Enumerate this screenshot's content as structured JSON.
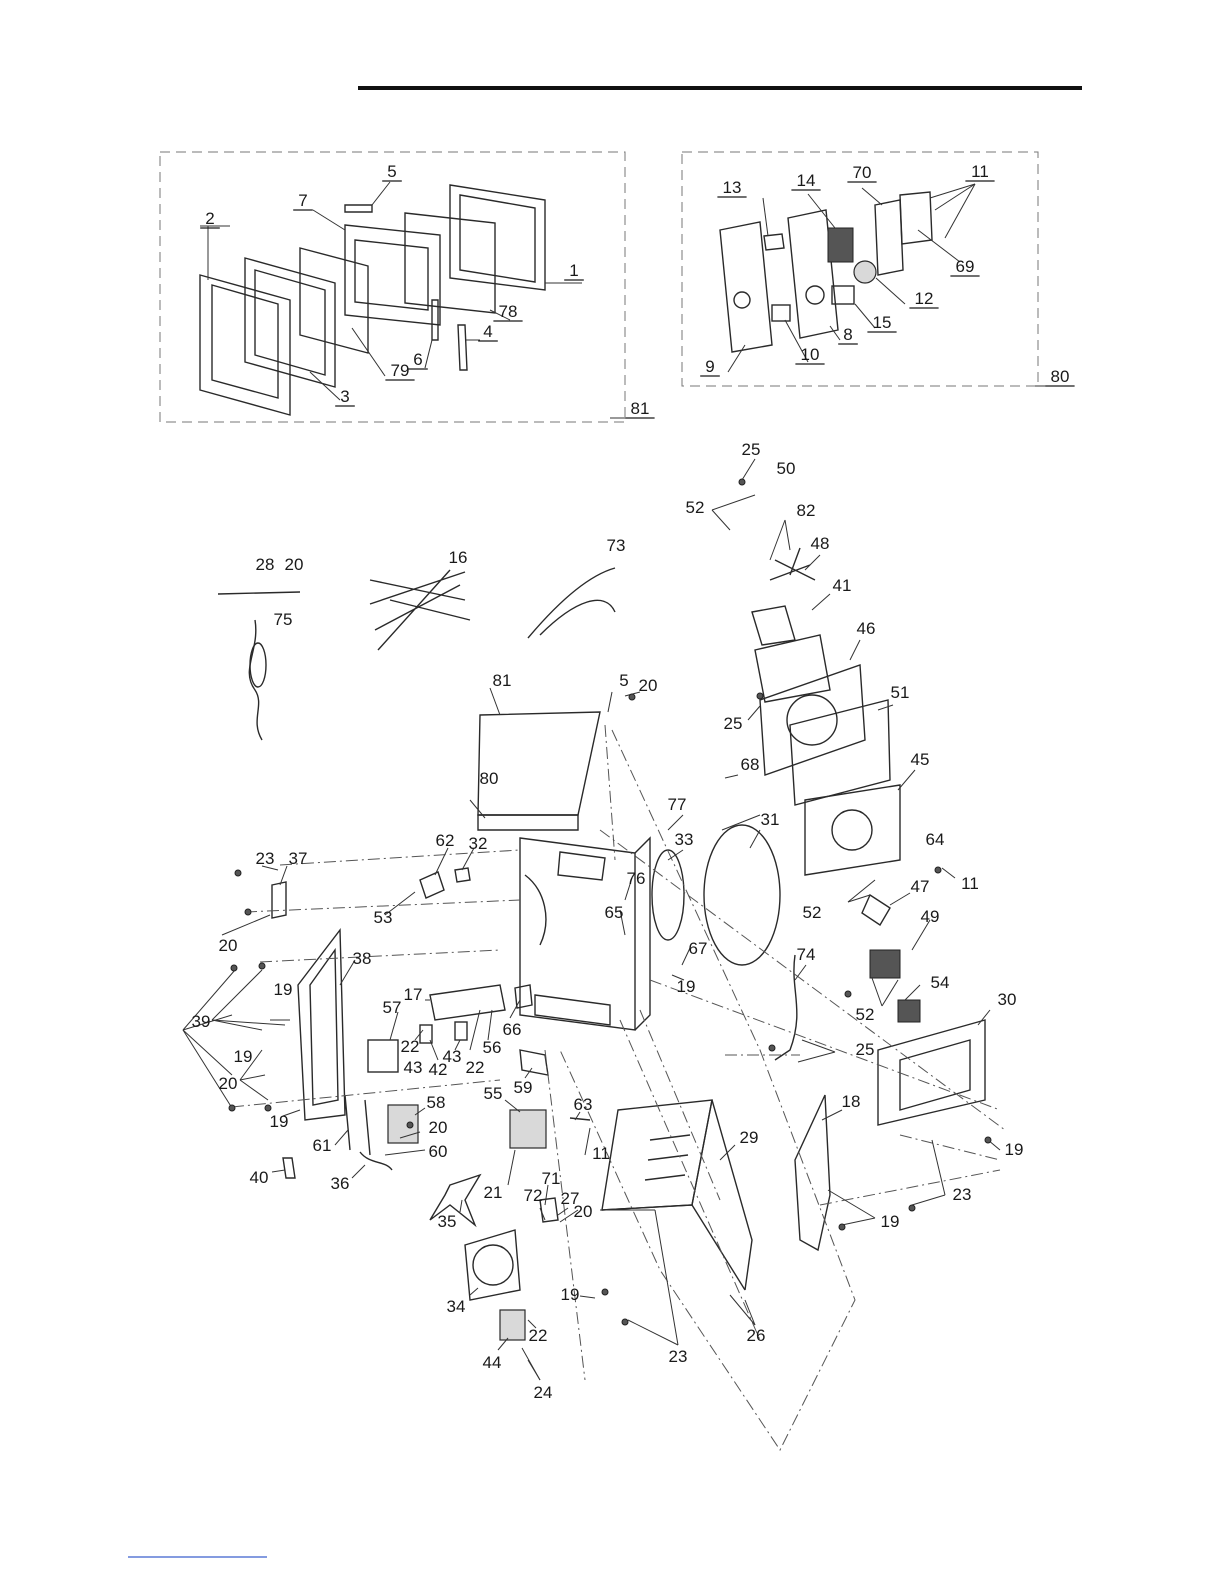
{
  "labels": {
    "door": [
      "5",
      "7",
      "2",
      "1",
      "78",
      "4",
      "6",
      "79",
      "3",
      "81"
    ],
    "panel": [
      "13",
      "14",
      "70",
      "11",
      "69",
      "12",
      "15",
      "8",
      "10",
      "9",
      "80"
    ],
    "main": [
      "25",
      "50",
      "52",
      "82",
      "48",
      "41",
      "46",
      "51",
      "45",
      "64",
      "11",
      "47",
      "52",
      "49",
      "54",
      "30",
      "52",
      "25",
      "74",
      "16",
      "73",
      "28",
      "20",
      "75",
      "81",
      "5",
      "20",
      "25",
      "80",
      "68",
      "77",
      "33",
      "31",
      "62",
      "32",
      "23",
      "37",
      "53",
      "20",
      "76",
      "65",
      "38",
      "67",
      "19",
      "19",
      "39",
      "17",
      "57",
      "66",
      "22",
      "43",
      "42",
      "43",
      "22",
      "56",
      "19",
      "20",
      "59",
      "55",
      "63",
      "58",
      "19",
      "20",
      "61",
      "40",
      "36",
      "60",
      "11",
      "21",
      "71",
      "35",
      "72",
      "27",
      "20",
      "29",
      "18",
      "19",
      "23",
      "19",
      "34",
      "19",
      "22",
      "44",
      "24",
      "23",
      "26"
    ]
  },
  "colors": {
    "ink": "#1a1a1a",
    "line": "#2a2a2a",
    "box": "#777777"
  }
}
